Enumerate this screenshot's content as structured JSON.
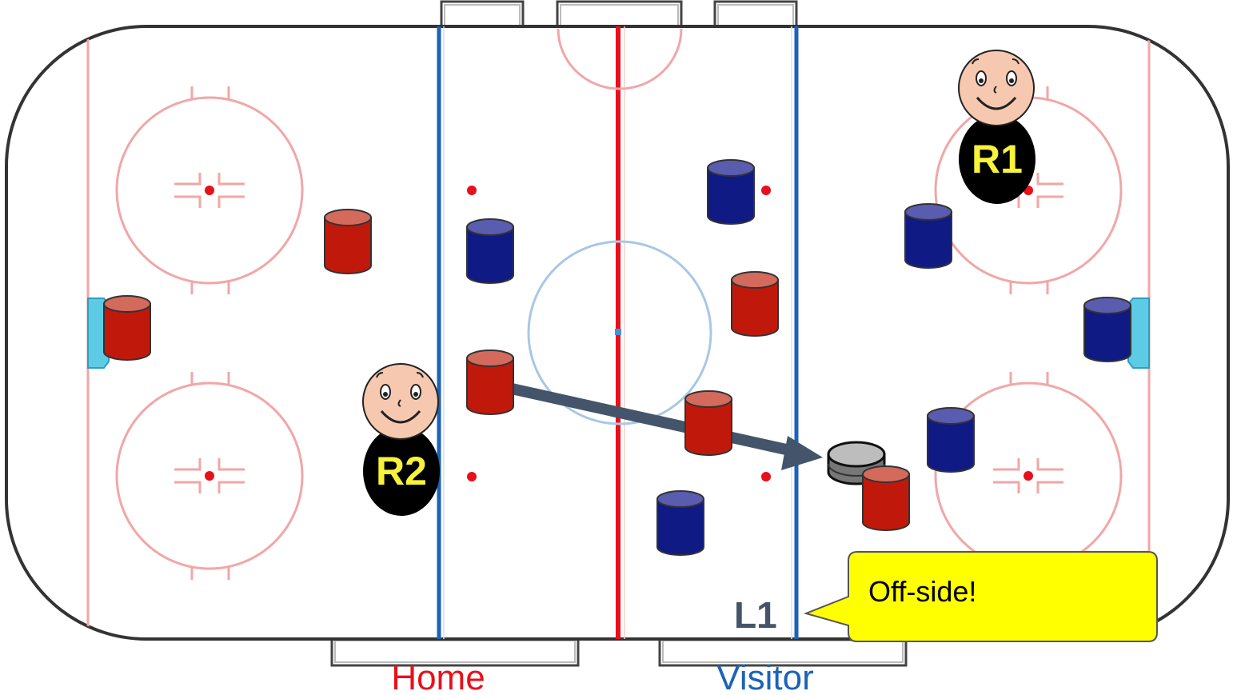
{
  "diagram": {
    "title": "",
    "referees": [
      {
        "id": "R1",
        "label": "R1"
      },
      {
        "id": "R2",
        "label": "R2"
      }
    ],
    "linesman": {
      "label": "L1"
    },
    "callout": {
      "text": "Off-side!"
    },
    "benches": {
      "home": "Home",
      "visitor": "Visitor"
    },
    "colors": {
      "home_team": "#c0190b",
      "visitor_team": "#101a85",
      "red_line": "#e8101b",
      "blue_line": "#1c62b8",
      "faceoff_circle": "#f2a6a6",
      "callout_fill": "#ffff00",
      "pass_arrow": "#44546a",
      "home_label": "#e8101b",
      "visitor_label": "#1c62b8"
    },
    "icons": {
      "referee": "smiling-face-with-black-shirt",
      "player": "cylinder",
      "puck": "hockey-puck"
    }
  }
}
